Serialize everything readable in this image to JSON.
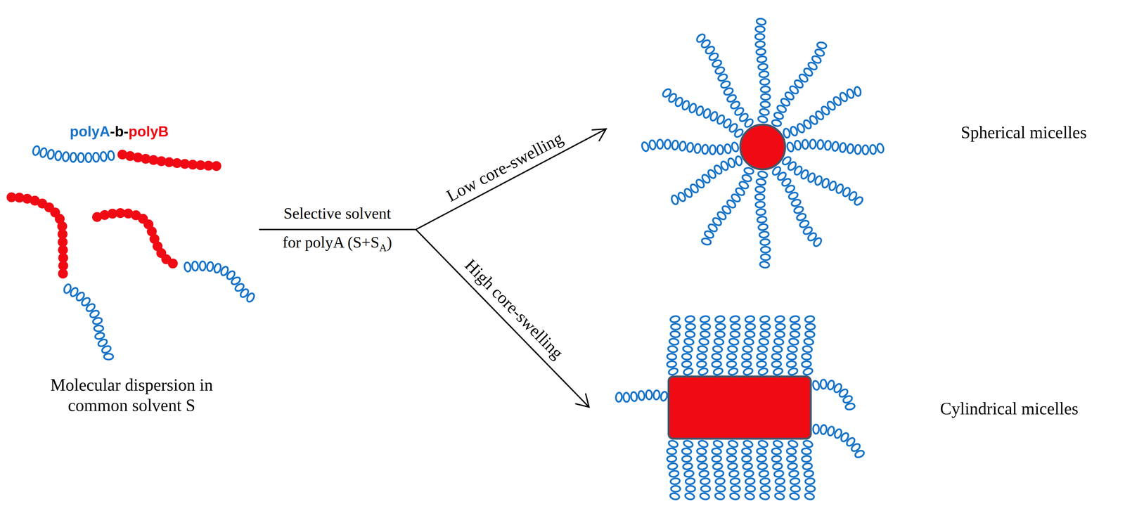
{
  "diagram": {
    "labels": [
      "polyA",
      "-b-",
      "polyB",
      "Molecular dispersion in common solvent S",
      "Selective solvent",
      "for polyA (S+S",
      "A",
      ")",
      "Low core-swelling",
      "High core-swelling",
      "Spherical micelles",
      "Cylindrical micelles"
    ]
  }
}
